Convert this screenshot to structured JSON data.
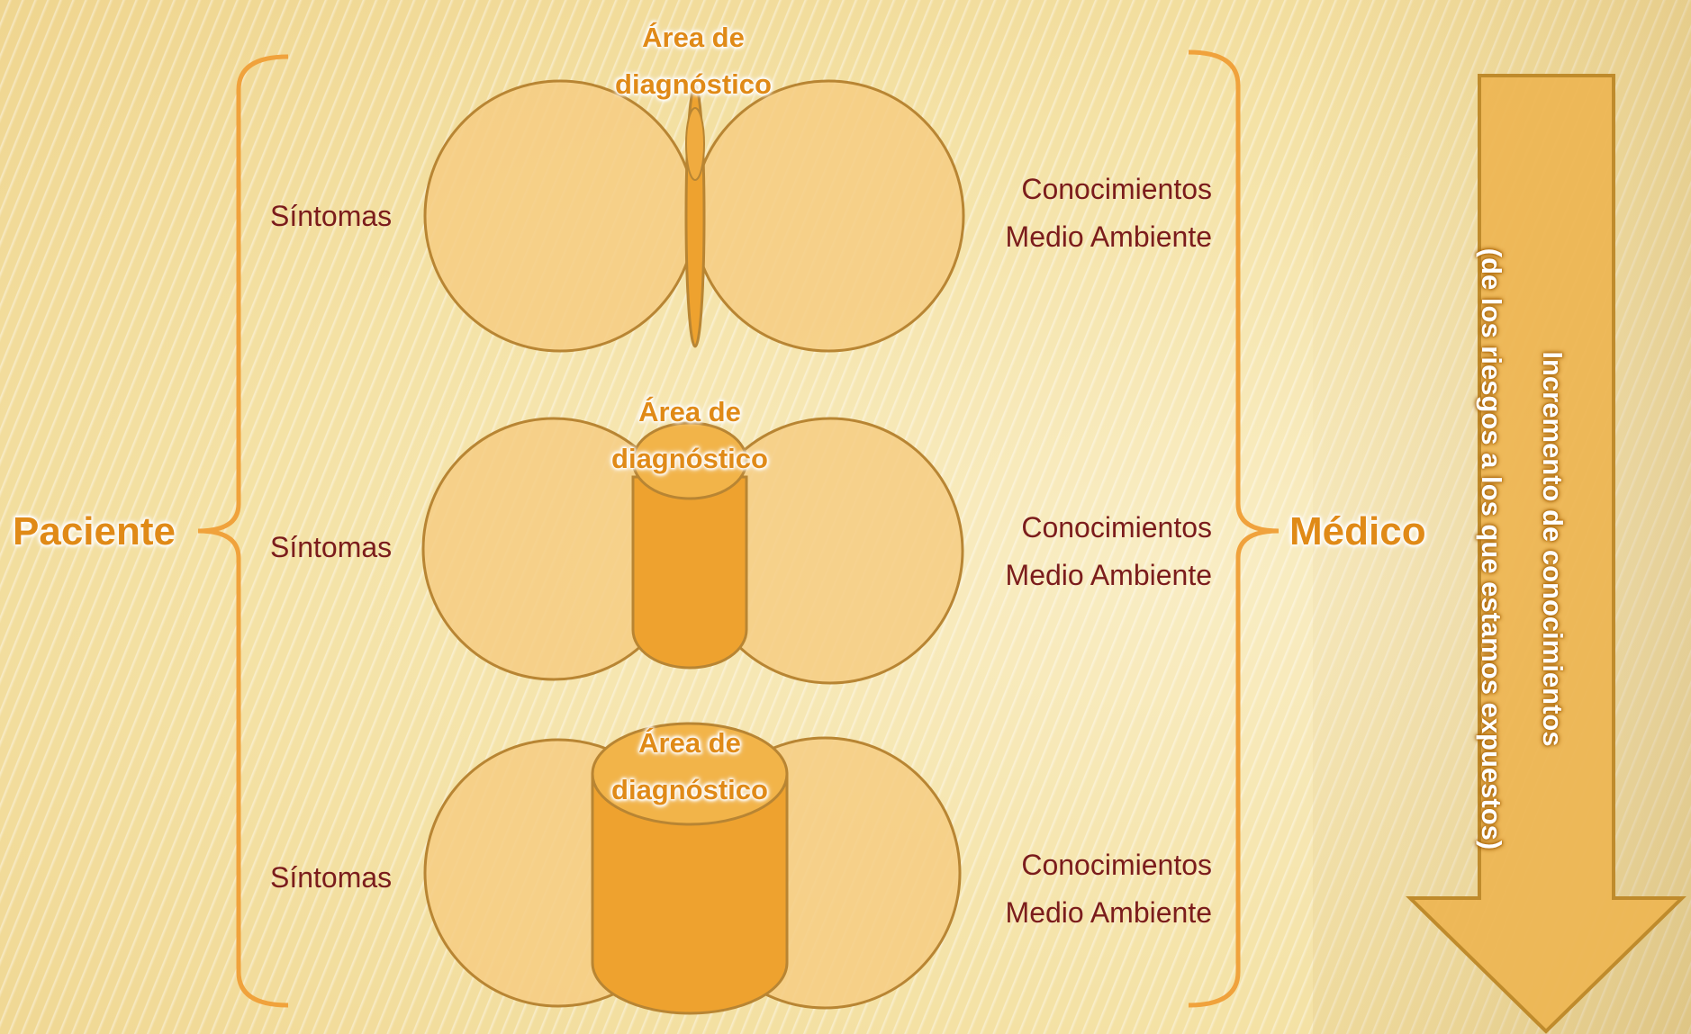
{
  "patient_label": "Paciente",
  "doctor_label": "Médico",
  "rows": [
    {
      "area_line1": "Área de",
      "area_line2": "diagnóstico",
      "left_text": "Síntomas",
      "right_line1": "Conocimientos",
      "right_line2": "Medio Ambiente"
    },
    {
      "area_line1": "Área de",
      "area_line2": "diagnóstico",
      "left_text": "Síntomas",
      "right_line1": "Conocimientos",
      "right_line2": "Medio Ambiente"
    },
    {
      "area_line1": "Área de",
      "area_line2": "diagnóstico",
      "left_text": "Síntomas",
      "right_line1": "Conocimientos",
      "right_line2": "Medio Ambiente"
    }
  ],
  "arrow": {
    "line1": "Incremento de conocimientos",
    "line2": "(de los riesgos a los que estamos expuestos)"
  },
  "colors": {
    "circle_fill": "#f6cc82",
    "circle_stroke": "#b88533",
    "cylinder_fill": "#eea22f",
    "bracket": "#f0a23c",
    "arrow_fill": "#edb654",
    "arrow_stroke": "#bf8b2c",
    "text_dark": "#7b1c1c",
    "text_orange": "#e08a17"
  }
}
